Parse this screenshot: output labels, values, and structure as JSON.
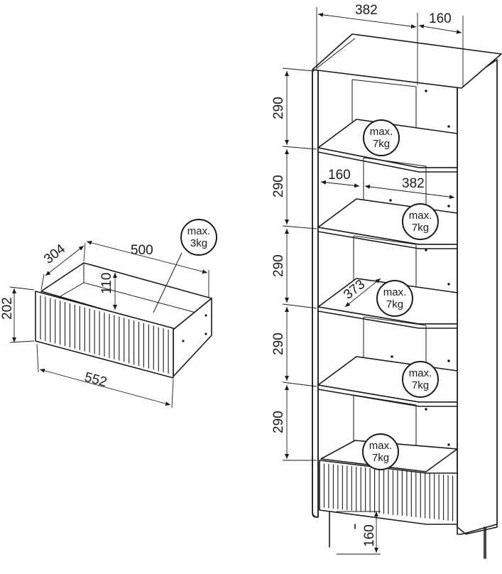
{
  "drawer": {
    "depth_label": "304",
    "width_label": "500",
    "inner_height_label": "110",
    "front_height_label": "202",
    "front_width_label": "552",
    "load": {
      "line1": "max.",
      "line2": "3kg"
    }
  },
  "cabinet": {
    "top_width_label": "382",
    "top_right_label": "160",
    "shelf_heights": [
      "290",
      "290",
      "290",
      "290",
      "290"
    ],
    "mid_left_label": "160",
    "mid_right_label": "382",
    "diagonal_label": "373",
    "leg_height_label": "160",
    "shelf_loads": [
      {
        "line1": "max.",
        "line2": "7kg"
      },
      {
        "line1": "max.",
        "line2": "7kg"
      },
      {
        "line1": "max.",
        "line2": "7kg"
      },
      {
        "line1": "max.",
        "line2": "7kg"
      },
      {
        "line1": "max.",
        "line2": "7kg"
      }
    ]
  }
}
